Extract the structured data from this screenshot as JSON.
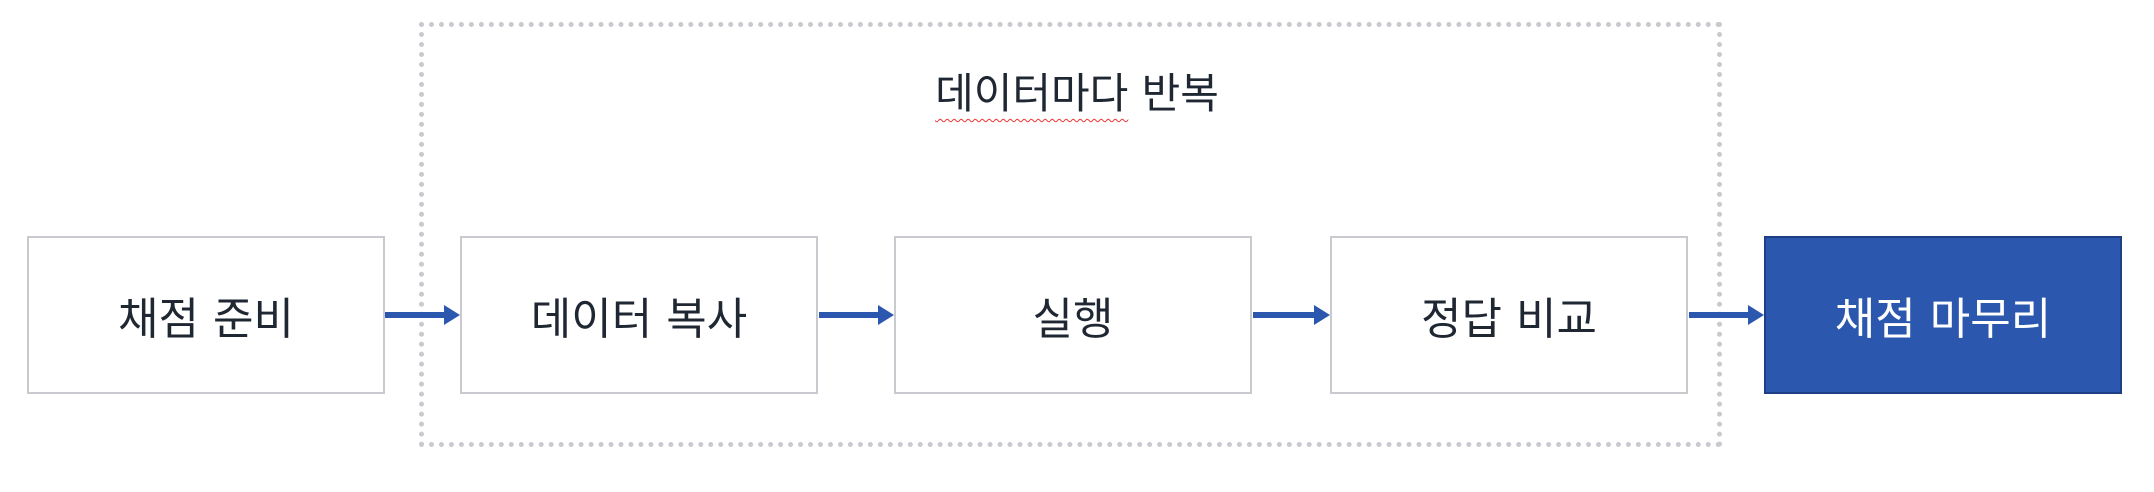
{
  "loop": {
    "title_part1": "데이터마다",
    "title_part2": "반복"
  },
  "steps": [
    {
      "label": "채점 준비"
    },
    {
      "label": "데이터 복사"
    },
    {
      "label": "실행"
    },
    {
      "label": "정답 비교"
    },
    {
      "label": "채점 마무리"
    }
  ],
  "colors": {
    "accent": "#2b58ae",
    "border": "#c9c9cf",
    "text": "#1f2733"
  }
}
